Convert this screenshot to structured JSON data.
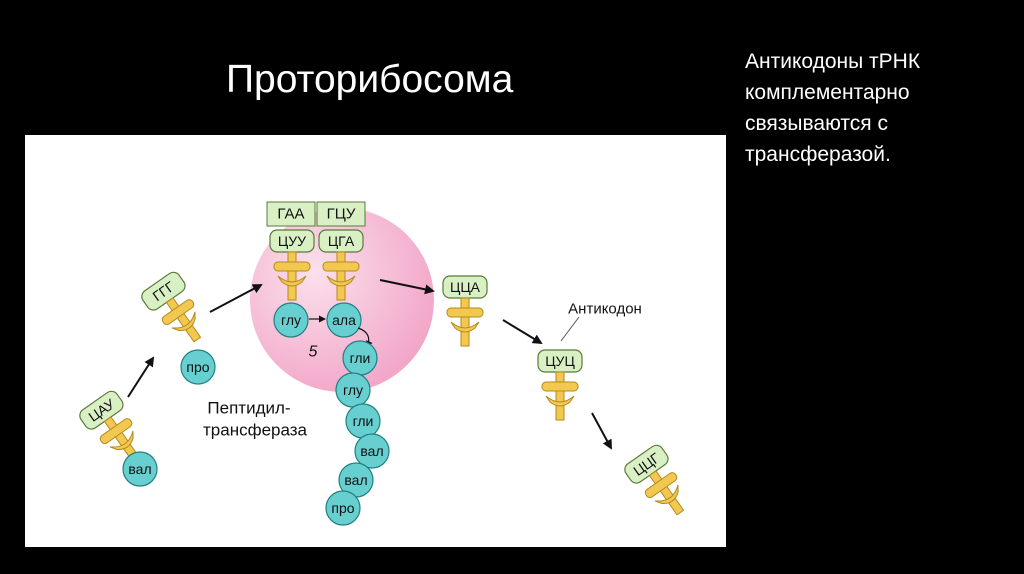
{
  "title": "Проторибосома",
  "side_text": [
    "Антикодоны тРНК",
    "комплементарно",
    "связываются с",
    "трансферазой."
  ],
  "diagram": {
    "codons_top": [
      "ГАА",
      "ГЦУ"
    ],
    "anticodons_bound": [
      "ЦУУ",
      "ЦГА"
    ],
    "amino_bound": [
      "глу",
      "ала"
    ],
    "chain_number": "5",
    "chain": [
      "гли",
      "глу",
      "гли",
      "вал",
      "вал",
      "про"
    ],
    "incoming": [
      {
        "anticodon": "ЦАУ",
        "amino": "вал"
      },
      {
        "anticodon": "ГГГ",
        "amino": "про"
      }
    ],
    "outgoing": [
      "ЦЦА",
      "ЦУЦ",
      "ЦЦГ"
    ],
    "label_anticodon": "Антикодон",
    "label_enzyme": [
      "Пептидил-",
      "трансфераза"
    ]
  },
  "colors": {
    "background": "#000000",
    "panel": "#ffffff",
    "ribosome": "#f2a6c8",
    "ribosome_highlight": "#fbe0ec",
    "codon_box": "#d9f0c4",
    "codon_border": "#5a7a3a",
    "trna": "#f3c850",
    "trna_border": "#b48a1c",
    "amino": "#67cfd0",
    "amino_border": "#1f7f80"
  }
}
